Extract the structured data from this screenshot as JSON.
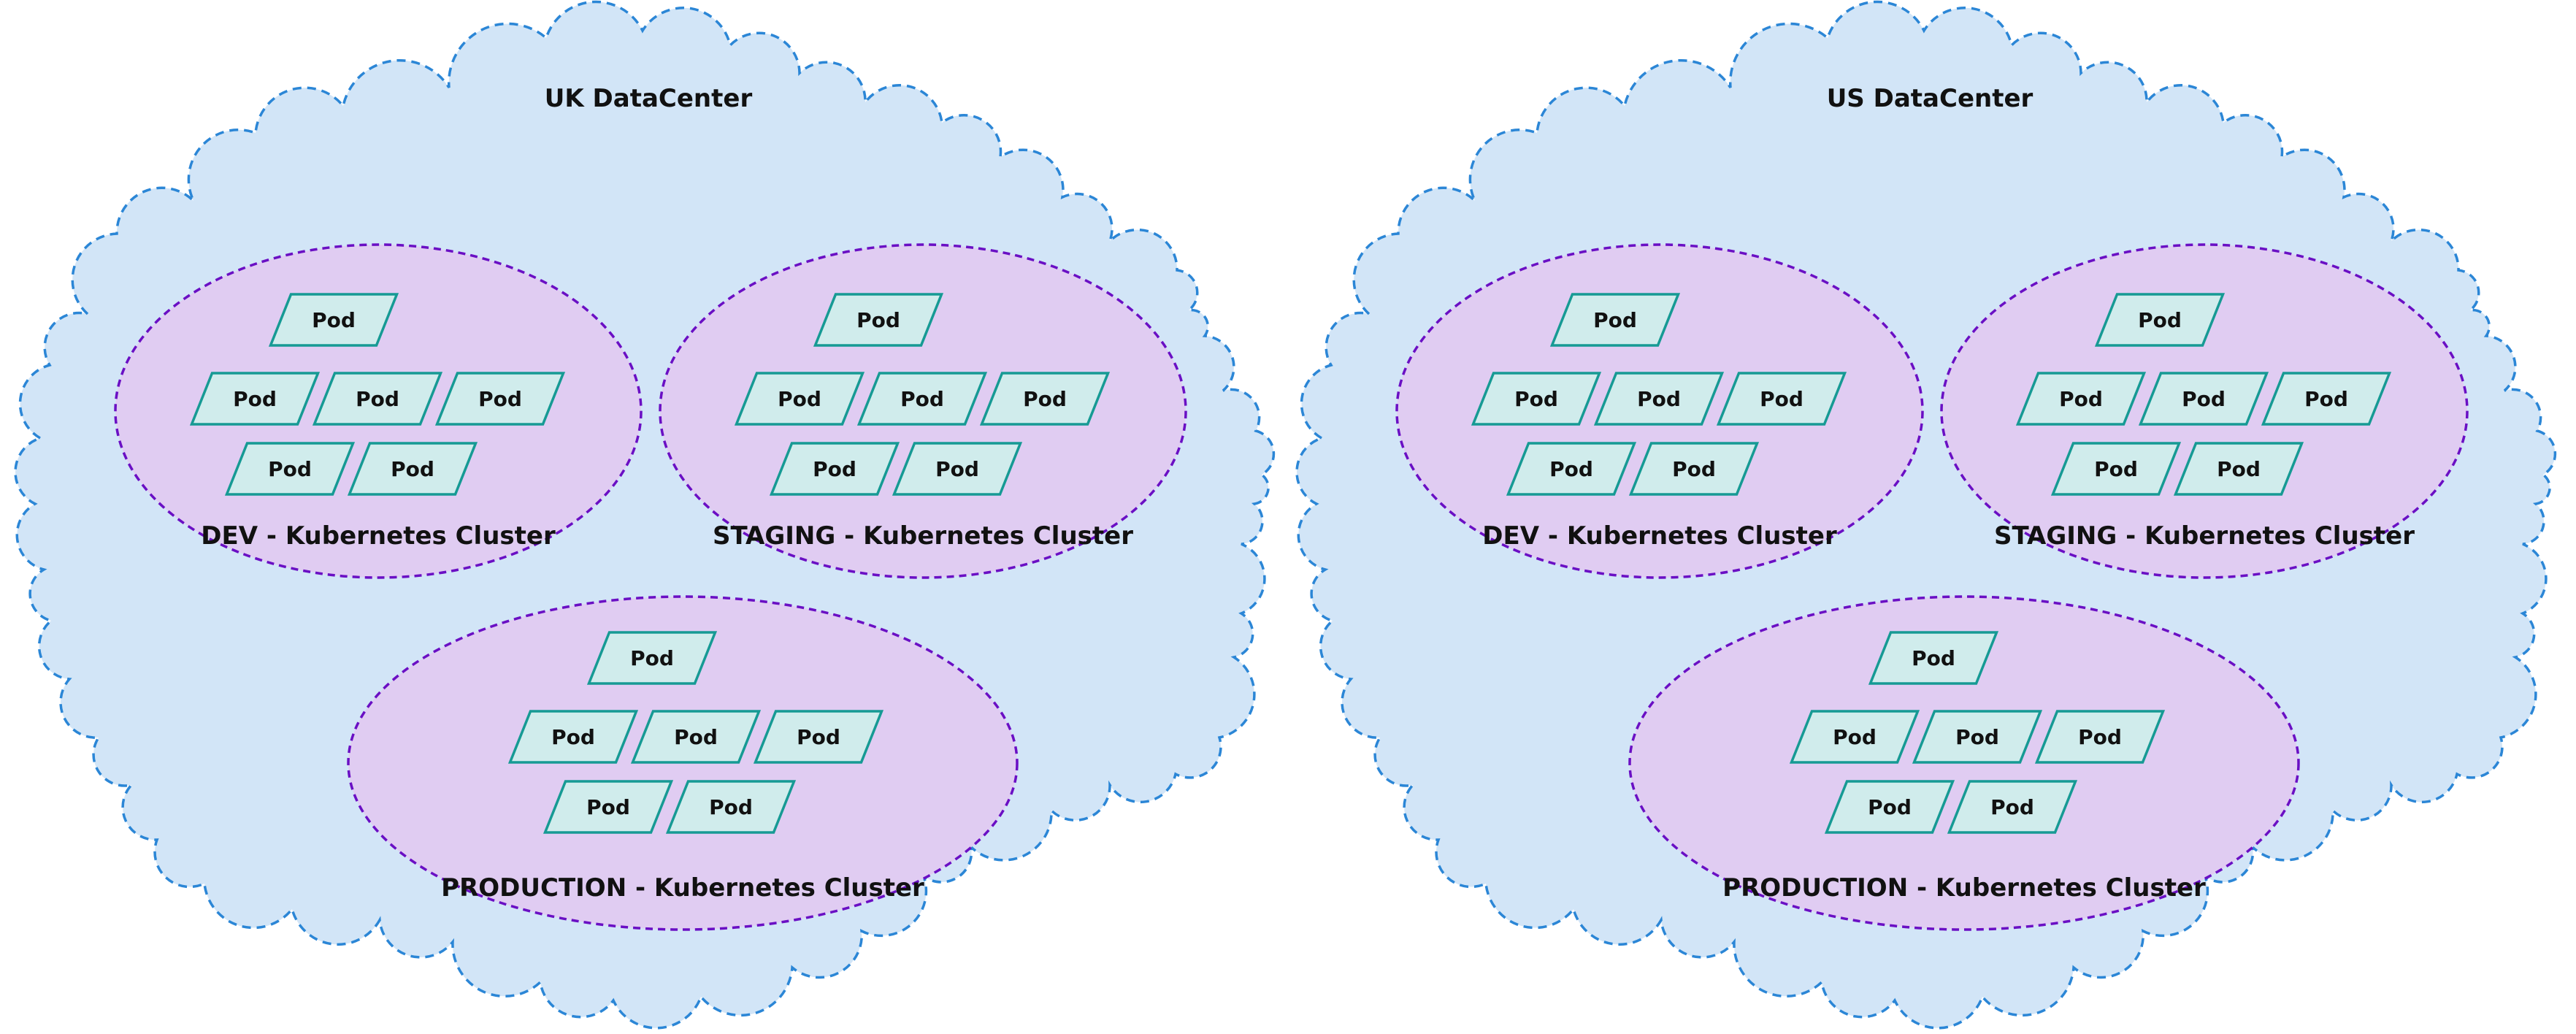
{
  "colors": {
    "cloud_fill": "#d2e5f7",
    "cloud_stroke": "#2b86d6",
    "cluster_fill": "#e0ccf2",
    "cluster_stroke": "#6a0fc4",
    "pod_fill": "#d0ecec",
    "pod_stroke": "#169a94",
    "text": "#111111"
  },
  "datacenters": [
    {
      "title": "UK DataCenter",
      "clusters": [
        {
          "label": "DEV - Kubernetes Cluster",
          "pods": [
            "Pod",
            "Pod",
            "Pod",
            "Pod",
            "Pod",
            "Pod"
          ]
        },
        {
          "label": "STAGING - Kubernetes Cluster",
          "pods": [
            "Pod",
            "Pod",
            "Pod",
            "Pod",
            "Pod",
            "Pod"
          ]
        },
        {
          "label": "PRODUCTION - Kubernetes Cluster",
          "pods": [
            "Pod",
            "Pod",
            "Pod",
            "Pod",
            "Pod",
            "Pod"
          ]
        }
      ]
    },
    {
      "title": "US DataCenter",
      "clusters": [
        {
          "label": "DEV - Kubernetes Cluster",
          "pods": [
            "Pod",
            "Pod",
            "Pod",
            "Pod",
            "Pod",
            "Pod"
          ]
        },
        {
          "label": "STAGING - Kubernetes Cluster",
          "pods": [
            "Pod",
            "Pod",
            "Pod",
            "Pod",
            "Pod",
            "Pod"
          ]
        },
        {
          "label": "PRODUCTION - Kubernetes Cluster",
          "pods": [
            "Pod",
            "Pod",
            "Pod",
            "Pod",
            "Pod",
            "Pod"
          ]
        }
      ]
    }
  ]
}
